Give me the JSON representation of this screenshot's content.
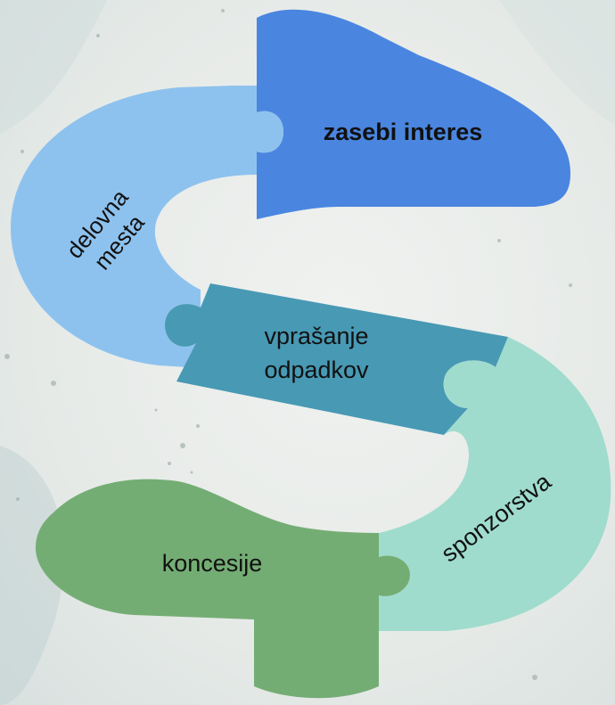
{
  "pieces": [
    {
      "id": "piece-1",
      "label": "zasebi interes",
      "color": "#4a86e0"
    },
    {
      "id": "piece-2",
      "label_lines": [
        "delovna",
        "mesta"
      ],
      "color": "#8ec2ee"
    },
    {
      "id": "piece-3",
      "label_lines": [
        "vprašanje",
        "odpadkov"
      ],
      "color": "#4899b4"
    },
    {
      "id": "piece-4",
      "label": "sponzorstva",
      "color": "#9fdccd"
    },
    {
      "id": "piece-5",
      "label": "koncesije",
      "color": "#74ad74"
    }
  ],
  "background": {
    "base": "#e8ebe8",
    "splash": "#c9d8d9"
  }
}
